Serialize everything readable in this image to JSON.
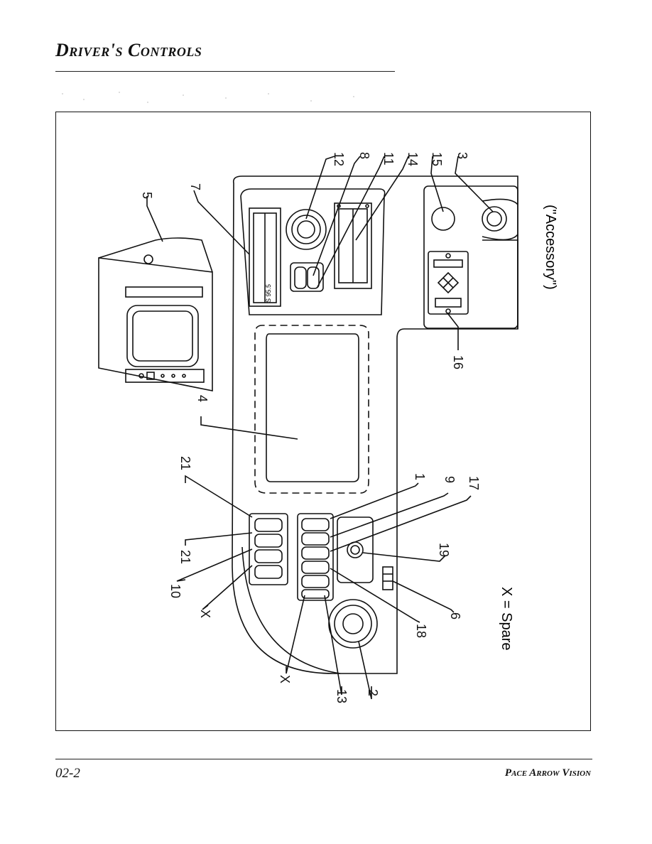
{
  "page": {
    "title": "Driver's Controls",
    "footer_page": "02-2",
    "footer_product": "Pace Arrow Vision"
  },
  "diagram": {
    "callouts": [
      "12",
      "8",
      "11",
      "14",
      "15",
      "3",
      "5",
      "7",
      "4",
      "16",
      "21",
      "21",
      "10",
      "X",
      "1",
      "9",
      "17",
      "19",
      "6",
      "18",
      "X",
      "13",
      "2"
    ],
    "caption_accessory": "(\"Accessory\")",
    "caption_spare": "X = Spare",
    "radio_display": "S 95.5"
  }
}
